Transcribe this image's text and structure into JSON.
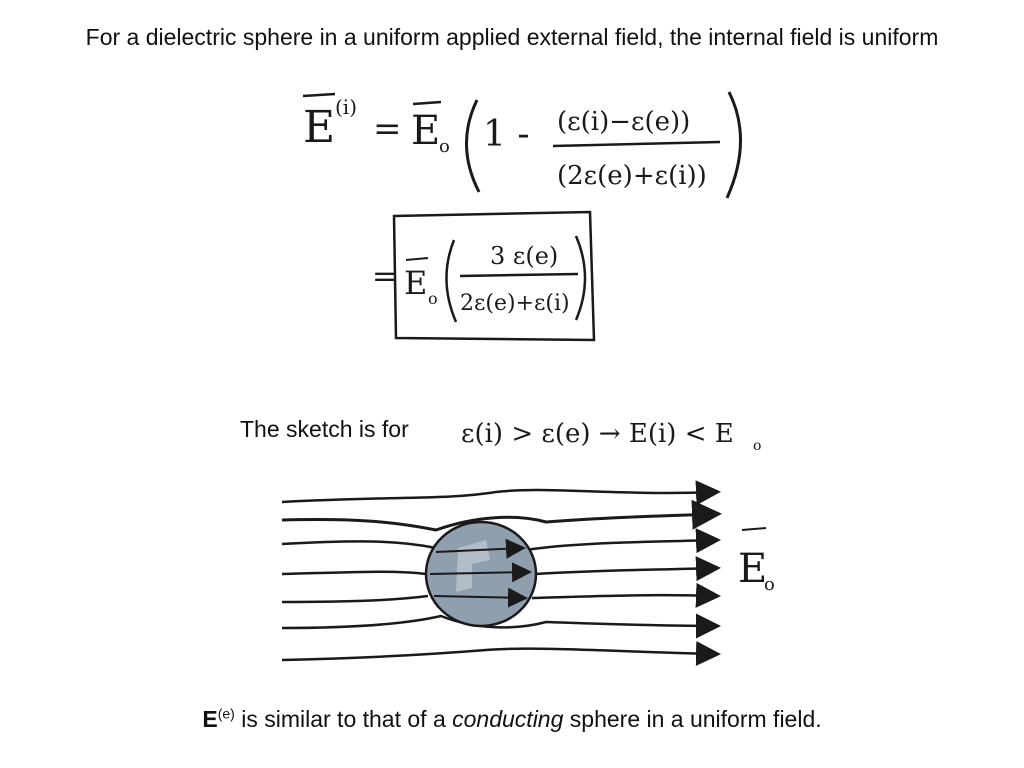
{
  "slide": {
    "title": "For a dielectric sphere in a uniform applied external field, the internal field is uniform"
  },
  "equation1": {
    "lhs": "E",
    "lhs_sup": "(i)",
    "equals": "=",
    "e0": "E",
    "e0_sub": "o",
    "one_minus": "1 -",
    "numerator": "(ε(i)−ε(e))",
    "denominator": "(2ε(e)+ε(i))"
  },
  "equation2": {
    "equals": "=",
    "e0": "E",
    "e0_sub": "o",
    "numerator": "3 ε(e)",
    "denominator": "2ε(e)+ε(i)"
  },
  "sketch": {
    "label": "The sketch is for",
    "condition": "ε(i) > ε(e) → E(i) < E",
    "condition_sub": "o",
    "field_label": "E",
    "field_label_sub": "o"
  },
  "footer": {
    "e_symbol": "E",
    "e_sup": "(e)",
    "text_before": " is similar to that of a ",
    "emphasis": "conducting",
    "text_after": " sphere in a uniform field."
  },
  "colors": {
    "ink": "#1a1a1a",
    "sphere_fill": "#8f9fae",
    "sphere_highlight": "#b9c5cf"
  }
}
